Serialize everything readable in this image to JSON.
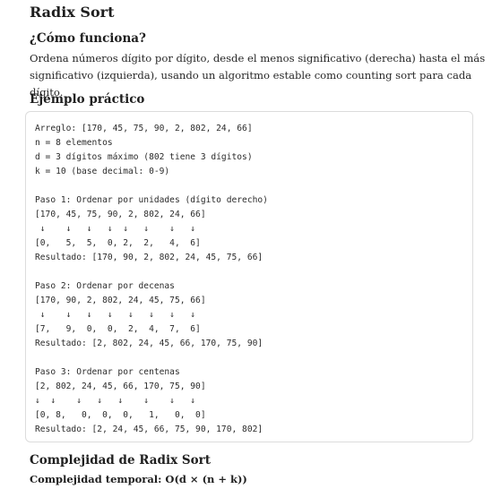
{
  "title": "Radix Sort",
  "how_it_works": {
    "heading": "¿Cómo funciona?",
    "paragraph": "Ordena números dígito por dígito, desde el menos significativo (derecha) hasta el más significativo (izquierda), usando un algoritmo estable como counting sort para cada dígito."
  },
  "example": {
    "heading": "Ejemplo práctico",
    "code_lines": [
      "Arreglo: [170, 45, 75, 90, 2, 802, 24, 66]",
      "n = 8 elementos",
      "d = 3 dígitos máximo (802 tiene 3 dígitos)",
      "k = 10 (base decimal: 0-9)",
      "",
      "Paso 1: Ordenar por unidades (dígito derecho)",
      "[170, 45, 75, 90, 2, 802, 24, 66]",
      " ↓    ↓   ↓   ↓  ↓   ↓    ↓   ↓",
      "[0,   5,  5,  0, 2,  2,   4,  6]",
      "Resultado: [170, 90, 2, 802, 24, 45, 75, 66]",
      "",
      "Paso 2: Ordenar por decenas",
      "[170, 90, 2, 802, 24, 45, 75, 66]",
      " ↓    ↓   ↓   ↓   ↓   ↓   ↓   ↓",
      "[7,   9,  0,  0,  2,  4,  7,  6]",
      "Resultado: [2, 802, 24, 45, 66, 170, 75, 90]",
      "",
      "Paso 3: Ordenar por centenas",
      "[2, 802, 24, 45, 66, 170, 75, 90]",
      "↓  ↓    ↓   ↓   ↓    ↓    ↓   ↓",
      "[0, 8,   0,  0,  0,   1,   0,  0]",
      "Resultado: [2, 24, 45, 66, 75, 90, 170, 802]"
    ]
  },
  "complexity": {
    "heading": "Complejidad de Radix Sort",
    "temporal": "Complejidad temporal: O(d × (n + k))"
  }
}
